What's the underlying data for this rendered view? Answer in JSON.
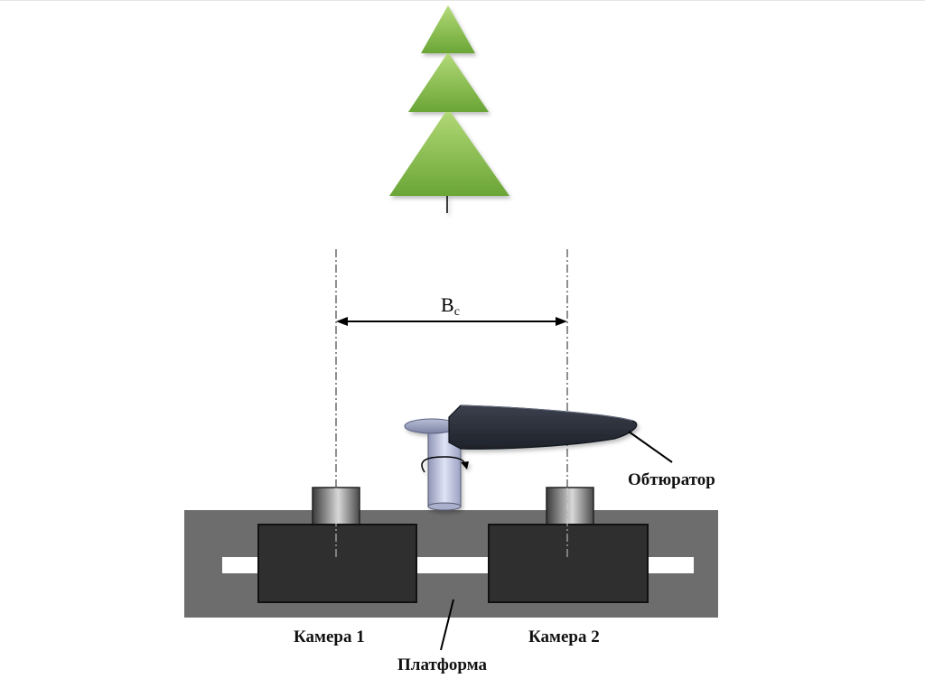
{
  "diagram": {
    "baseline_label": "B",
    "baseline_subscript": "c",
    "labels": {
      "obturator": "Обтюратор",
      "camera1": "Камера 1",
      "camera2": "Камера 2",
      "platform": "Платформа"
    },
    "colors": {
      "tree_light": "#a8d36a",
      "tree_dark": "#5f9a2e",
      "platform": "#6d6d6d",
      "camera_body": "#2f2f2f",
      "shutter": "#2b2f3a",
      "shaft": "#c3c9e3"
    }
  }
}
